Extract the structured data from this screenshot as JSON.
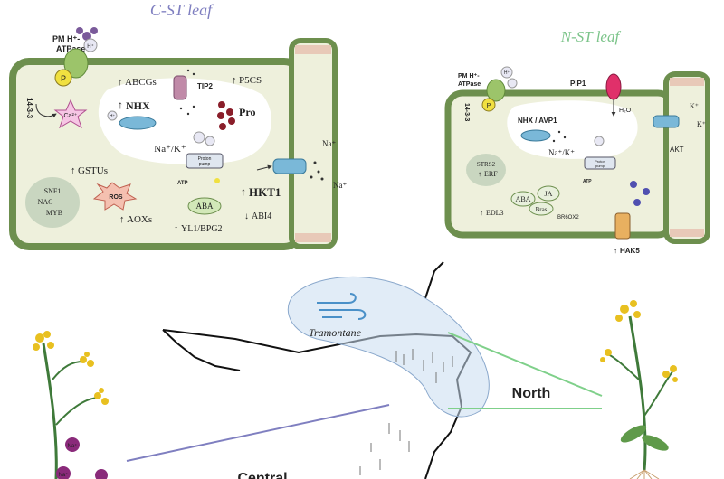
{
  "titles": {
    "c_st": "C-ST leaf",
    "n_st": "N-ST leaf"
  },
  "colors": {
    "c_title": "#7f7fc0",
    "n_title": "#7cc48a",
    "cell_wall": "#6d8f4e",
    "cytoplasm": "#eef0dc",
    "vacuole": "#ffffff",
    "north_line": "#7fd08a",
    "central_line": "#7f7fc0",
    "arrow_red": "#c0392b"
  },
  "c_leaf": {
    "pm_label_1": "PM H⁺-",
    "pm_label_2": "ATPase",
    "h_ion": "H⁺",
    "p_label": "P",
    "protein_1433": "14-3-3",
    "ca": "Ca²⁺",
    "abcgs": "ABCGs",
    "tip2": "TIP2",
    "p5cs": "P5CS",
    "pro": "Pro",
    "nhx": "NHX",
    "na_k": "Na⁺/K⁺",
    "proton_pump_1": "Proton",
    "proton_pump_2": "pump",
    "atp": "ATP",
    "gstus": "GSTUs",
    "ros": "ROS",
    "aoxs": "AOXs",
    "tf1": "SNF1",
    "tf2": "NAC",
    "tf3": "MYB",
    "aba": "ABA",
    "hkt1": "HKT1",
    "abi4": "ABI4",
    "yl1": "YL1/BPG2",
    "na_out": "Na⁺"
  },
  "n_leaf": {
    "pm_label_1": "PM H⁺-",
    "pm_label_2": "ATPase",
    "h_ion": "H⁺",
    "p_label": "P",
    "protein_1433": "14-3-3",
    "pip1": "PIP1",
    "h2o": "H₂O",
    "nhx": "NHX / AVP1",
    "na_k": "Na⁺/K⁺",
    "proton_pump_1": "Proton",
    "proton_pump_2": "pump",
    "atp": "ATP",
    "strs2": "STRS2",
    "erf": "ERF",
    "aba": "ABA",
    "ja": "JA",
    "bras": "Bras",
    "br6ox2": "BR6OX2",
    "edl3": "EDL3",
    "hak5": "HAK5",
    "akt": "AKT",
    "k_out": "K⁺"
  },
  "map": {
    "wind": "Tramontane",
    "north": "North",
    "central": "Central"
  },
  "plant_ion": "Na⁺"
}
